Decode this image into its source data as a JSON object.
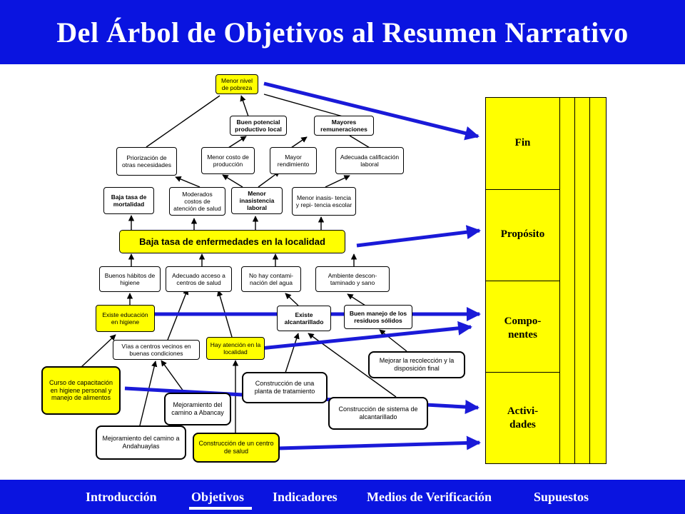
{
  "title": "Del Árbol de Objetivos al Resumen Narrativo",
  "colors": {
    "header": "#0a14e0",
    "highlight": "#ffff00",
    "arrow": "#1a1ad8"
  },
  "tree": {
    "menor_pobreza": "Menor nivel de pobreza",
    "buen_potencial": "Buen potencial productivo local",
    "mayores_remuneraciones": "Mayores remuneraciones",
    "priorizacion": "Priorización de otras necesidades",
    "menor_costo": "Menor costo de producción",
    "mayor_rendimiento": "Mayor rendimiento",
    "adecuada_calificacion": "Adecuada calificación laboral",
    "baja_mortalidad": "Baja tasa de mortalidad",
    "moderados_costos": "Moderados costos de atención de salud",
    "menor_inasistencia_laboral": "Menor inasistencia laboral",
    "menor_inasistencia_escolar": "Menor inasis- tencia y repi- tencia escolar",
    "baja_enfermedades": "Baja tasa de enfermedades en la localidad",
    "buenos_habitos": "Buenos hábitos de higiene",
    "adecuado_acceso": "Adecuado acceso a centros de salud",
    "no_contaminacion": "No hay contami- nación del agua",
    "ambiente_descontaminado": "Ambiente descon- taminado y sano",
    "existe_educacion": "Existe educación en higiene",
    "existe_alcantarillado": "Existe alcantarillado",
    "buen_manejo": "Buen manejo de los residuos sólidos",
    "vias_centros": "Vías a centros vecinos en buenas condiciones",
    "hay_atencion": "Hay atención en la localidad",
    "curso_capacitacion": "Curso de capacitación en higiene personal y manejo de alimentos",
    "planta_tratamiento": "Construcción de una planta de tratamiento",
    "mejorar_recoleccion": "Mejorar la recolección y la disposición final",
    "mejoramiento_abancay": "Mejoramiento del camino a Abancay",
    "sistema_alcantarillado": "Construcción de sistema de alcantarillado",
    "mejoramiento_andahuaylas": "Mejoramiento del camino a Andahuaylas",
    "centro_salud": "Construcción de un centro de salud"
  },
  "matrix": {
    "fin": "Fin",
    "proposito": "Propósito",
    "componentes_1": "Compo-",
    "componentes_2": "nentes",
    "actividades_1": "Activi-",
    "actividades_2": "dades"
  },
  "footer": {
    "introduccion": "Introducción",
    "objetivos": "Objetivos",
    "indicadores": "Indicadores",
    "medios": "Medios de Verificación",
    "supuestos": "Supuestos"
  }
}
